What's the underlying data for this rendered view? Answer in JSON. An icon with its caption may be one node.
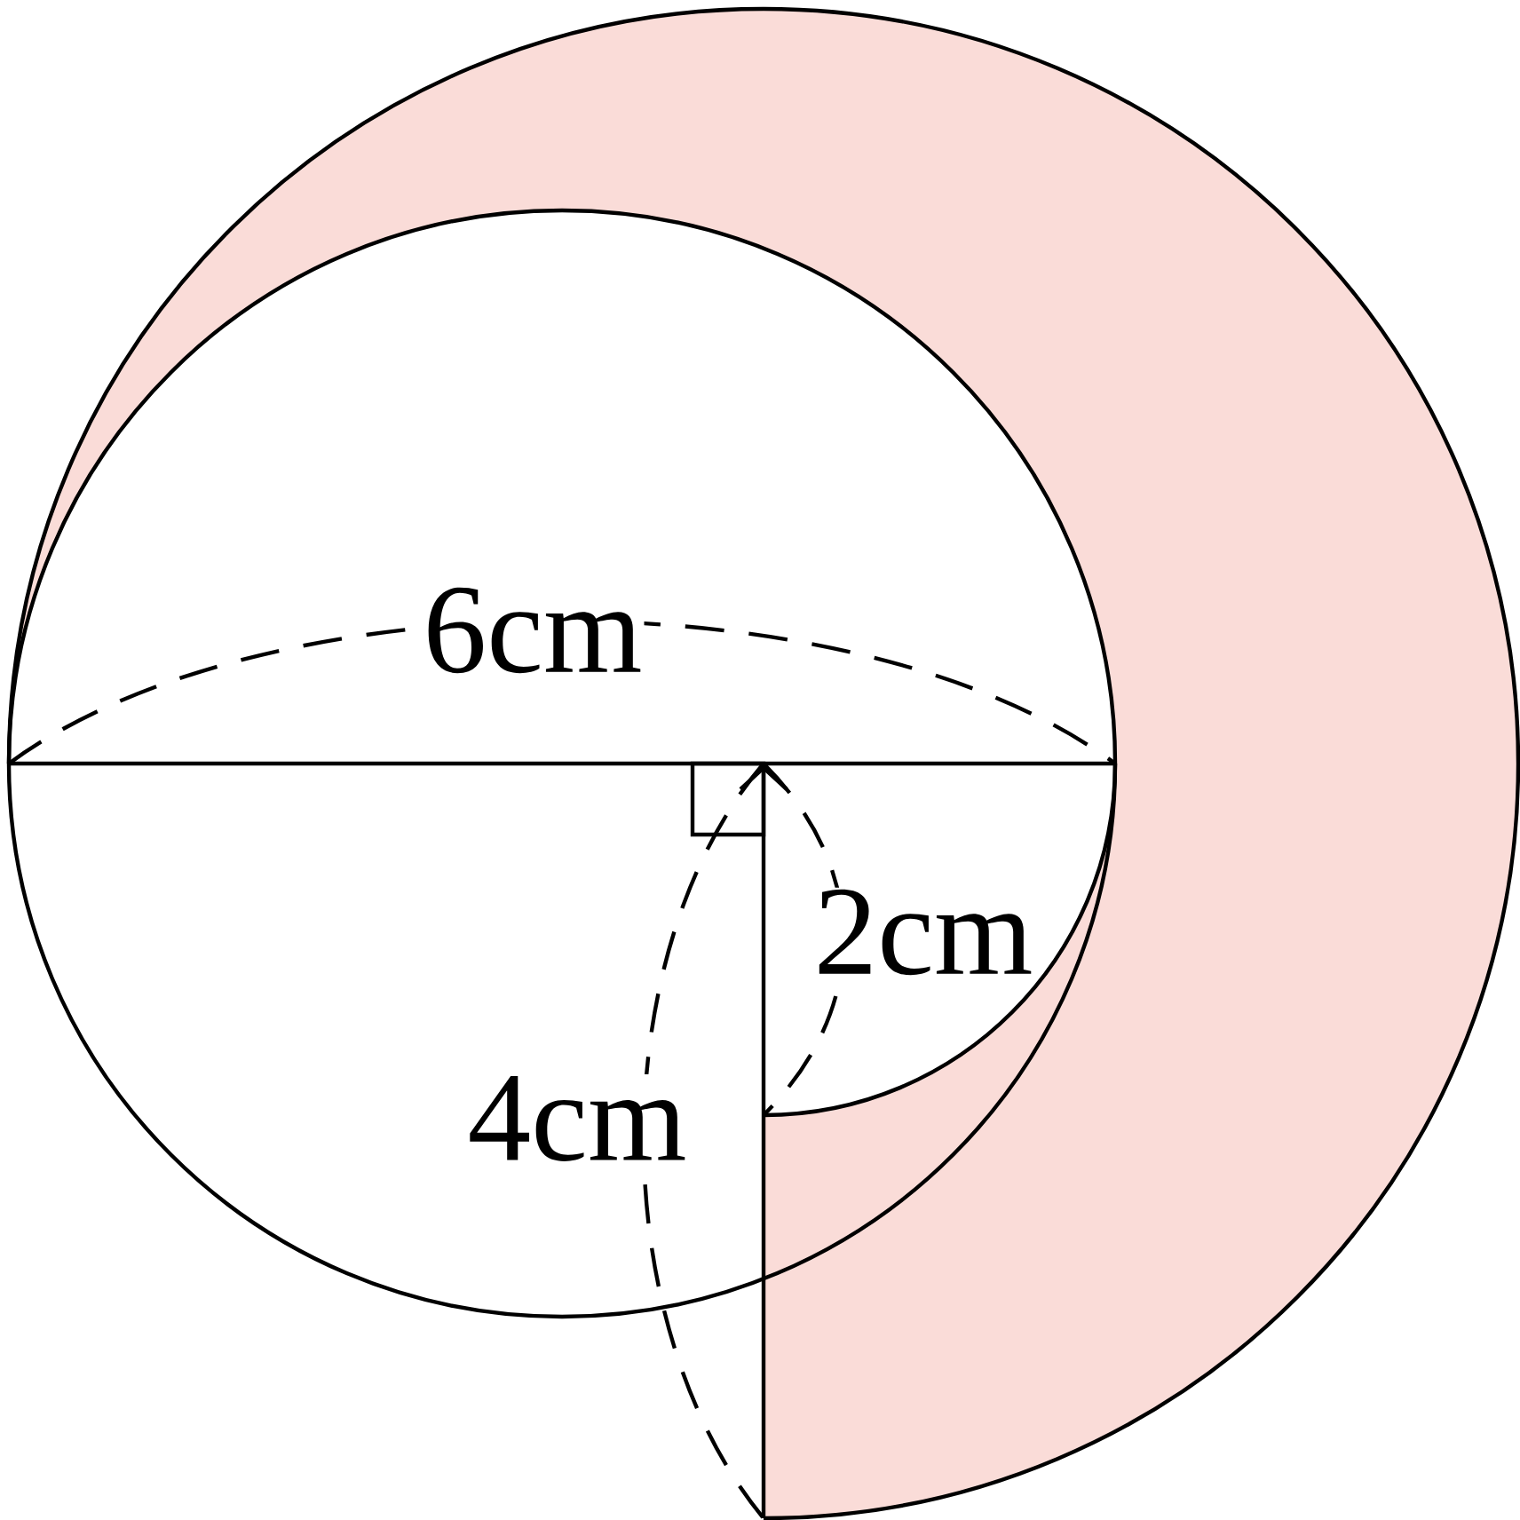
{
  "diagram": {
    "labels": [
      "6cm",
      "2cm",
      "4cm"
    ]
  }
}
